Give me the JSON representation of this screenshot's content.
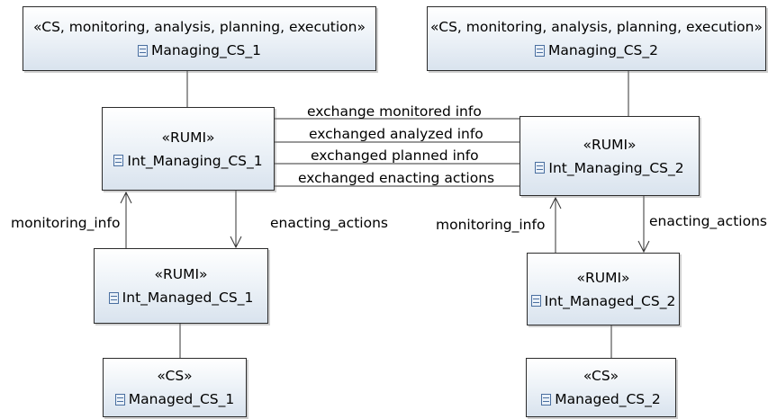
{
  "nodes": {
    "managing_cs_1": {
      "stereotype": "«CS, monitoring, analysis, planning, execution»",
      "name": "Managing_CS_1"
    },
    "managing_cs_2": {
      "stereotype": "«CS, monitoring, analysis, planning, execution»",
      "name": "Managing_CS_2"
    },
    "int_managing_cs_1": {
      "stereotype": "«RUMI»",
      "name": "Int_Managing_CS_1"
    },
    "int_managing_cs_2": {
      "stereotype": "«RUMI»",
      "name": "Int_Managing_CS_2"
    },
    "int_managed_cs_1": {
      "stereotype": "«RUMI»",
      "name": "Int_Managed_CS_1"
    },
    "int_managed_cs_2": {
      "stereotype": "«RUMI»",
      "name": "Int_Managed_CS_2"
    },
    "managed_cs_1": {
      "stereotype": "«CS»",
      "name": "Managed_CS_1"
    },
    "managed_cs_2": {
      "stereotype": "«CS»",
      "name": "Managed_CS_2"
    }
  },
  "edge_labels": {
    "exchange_monitored": "exchange monitored info",
    "exchanged_analyzed": "exchanged analyzed info",
    "exchanged_planned": "exchanged planned info",
    "exchanged_enacting": "exchanged enacting actions",
    "monitoring_info_1": "monitoring_info",
    "enacting_actions_1": "enacting_actions",
    "monitoring_info_2": "monitoring_info",
    "enacting_actions_2": "enacting_actions"
  },
  "icon": "class-icon"
}
